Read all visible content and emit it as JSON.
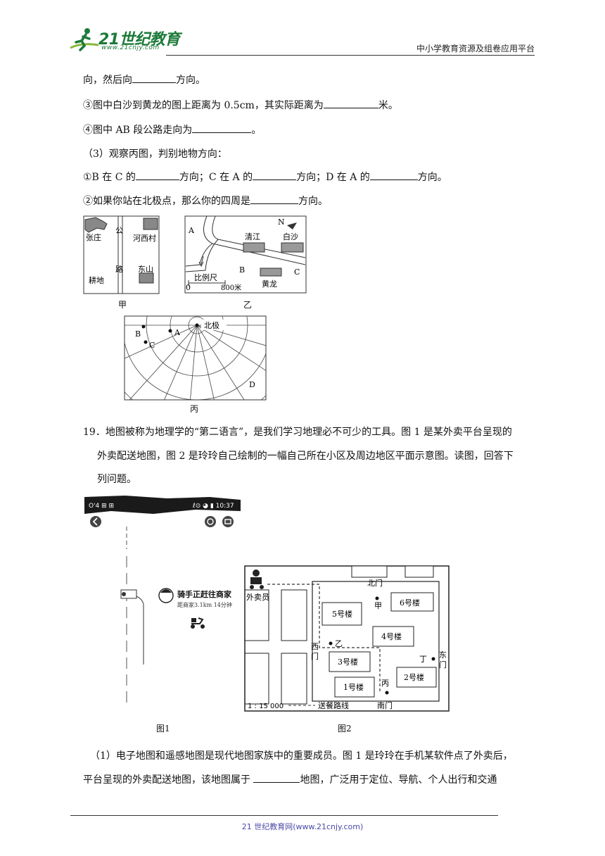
{
  "header": {
    "logo_text": "21世纪教育",
    "logo_url": "www.21cnjy.com",
    "platform": "中小学教育资源及组卷应用平台"
  },
  "lines": {
    "l1a": "向，然后向",
    "l1b": "方向。",
    "l2a": "③图中白沙到黄龙的图上距离为 0.5cm，其实际距离为",
    "l2b": "米。",
    "l3a": "④图中 AB 段公路走向为",
    "l3b": "。",
    "l4": "（3）观察丙图，判别地物方向：",
    "l5a": "①B 在 C 的",
    "l5b": "方向；C 在 A 的",
    "l5c": "方向；D 在 A 的",
    "l5d": "方向。",
    "l6a": "②如果你站在北极点，那么你的四周是",
    "l6b": "方向。",
    "q19a": "19．地图被称为地理学的“第二语言”，是我们学习地理必不可少的工具。图 1 是某外卖平台呈现的",
    "q19b": "外卖配送地图，图 2 是玲玲自己绘制的一幅自己所在小区及周边地区平面示意图。读图，回答下",
    "q19c": "列问题。",
    "s1a": "（1）电子地图和遥感地图是现代地图家族中的重要成员。图 1 是玲玲在手机某软件点了外卖后，",
    "s1b": "平台呈现的外卖配送地图，该地图属于",
    "s1c": "地图，广泛用于定位、导航、个人出行和交通"
  },
  "fig_jia": {
    "caption": "甲",
    "road_top": "公",
    "road_bottom": "路",
    "zhangzhuang": "张庄",
    "hexicun": "河西村",
    "dongshan": "东山",
    "gengdi": "耕地"
  },
  "fig_yi": {
    "caption": "乙",
    "north": "N",
    "a": "A",
    "b": "B",
    "c": "C",
    "qingjiang": "清江",
    "baisha": "白沙",
    "huanglong": "黄龙",
    "scale_label": "比例尺",
    "scale_zero": "0",
    "scale_value": "800米"
  },
  "fig_bing": {
    "caption": "丙",
    "pole": "北极",
    "a": "A",
    "b": "B",
    "c": "C",
    "d": "D"
  },
  "fig1": {
    "caption": "图1",
    "status_left": "Ο'4 ⊞ ⊞",
    "status_right": "ℓ⊙ ◕ ▮ 10:37",
    "rider_title": "骑手正赶往商家",
    "rider_sub": "距商家3.1km 14分钟",
    "back_icon": "chevron-left-icon"
  },
  "fig2": {
    "caption": "图2",
    "north_gate": "北门",
    "south_gate": "南门",
    "west_gate_1": "西",
    "west_gate_2": "门",
    "east_gate_1": "东",
    "east_gate_2": "门",
    "courier": "外卖员",
    "b1": "1号楼",
    "b2": "2号楼",
    "b3": "3号楼",
    "b4": "4号楼",
    "b5": "5号楼",
    "b6": "6号楼",
    "jia": "甲",
    "yi": "乙",
    "bing": "丙",
    "ding": "丁",
    "scale": "1 : 15 000",
    "route": "送餐路线"
  },
  "footer": {
    "text": "21 世纪教育网(www.21cnjy.com)"
  }
}
